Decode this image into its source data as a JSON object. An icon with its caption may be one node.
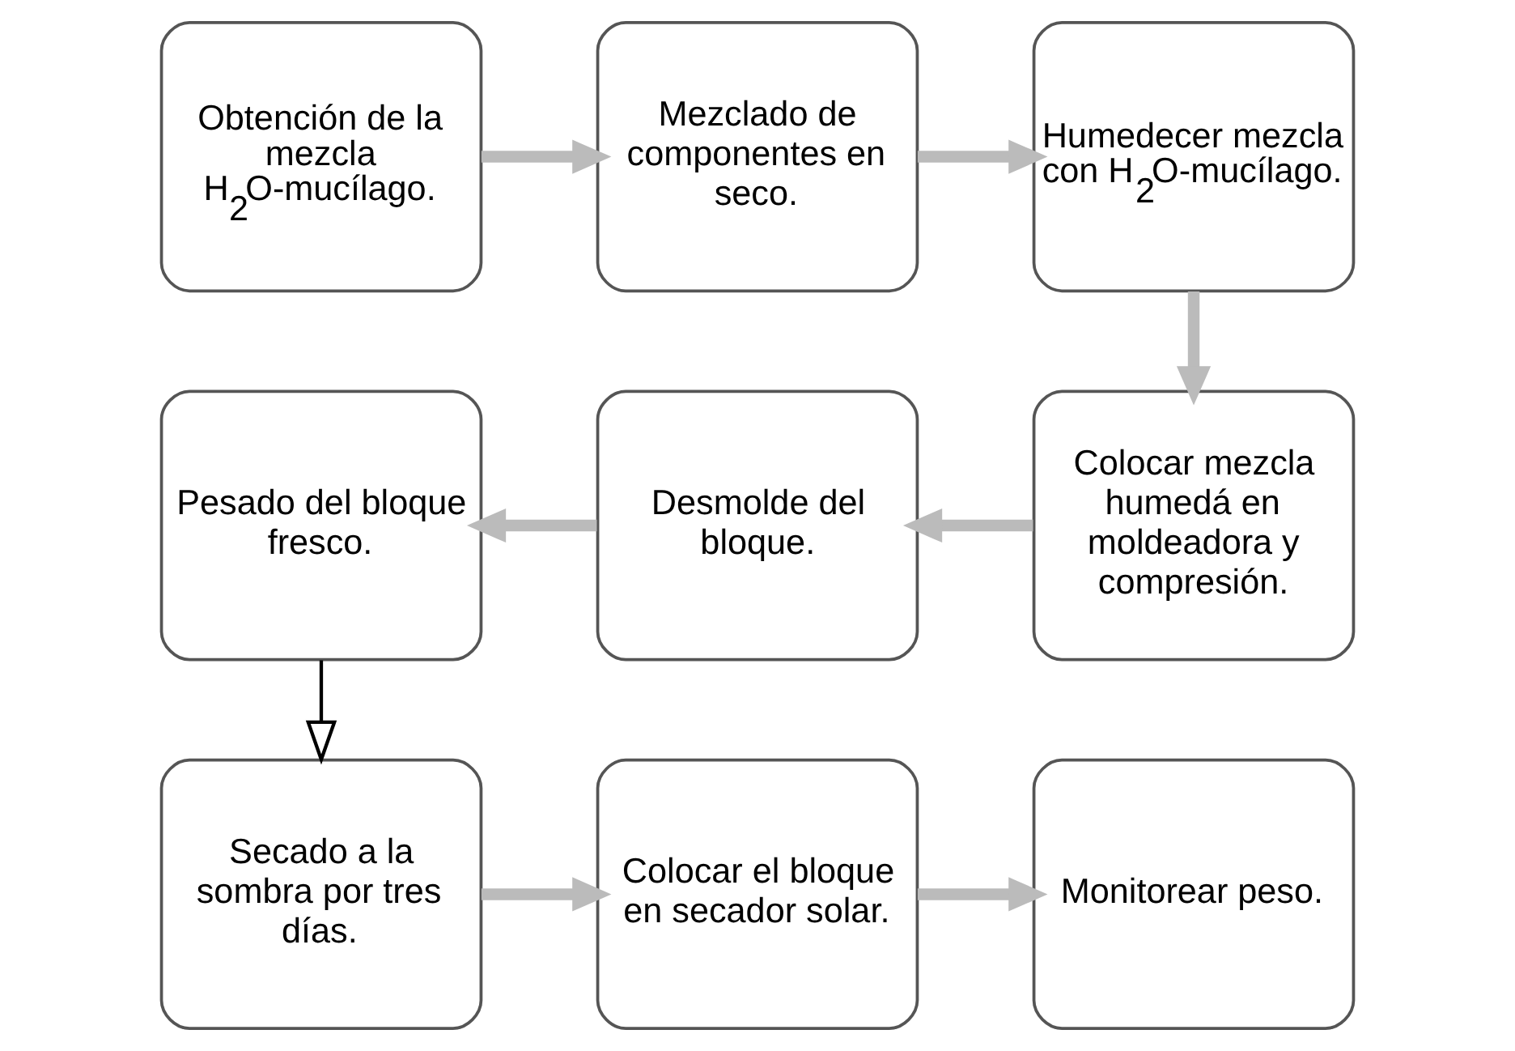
{
  "diagram": {
    "nodes": [
      {
        "text": [
          "Obtención de la mezcla H$_{2}$O-mucílago."
        ]
      },
      {
        "text": [
          "Mezclado de componentes en seco."
        ]
      },
      {
        "text": [
          "Humedecer mezcla con H$_{2}$O-mucílago."
        ]
      },
      {
        "text": [
          "Colocar mezcla humedá en moldeadora y compresión."
        ]
      },
      {
        "text": [
          "Desmolde del bloque."
        ]
      },
      {
        "text": [
          "Pesado del bloque fresco."
        ]
      },
      {
        "text": [
          "Secado a la sombra por tres días."
        ]
      },
      {
        "text": [
          "Colocar el bloque en secador solar."
        ]
      },
      {
        "text": [
          "Monitorear peso."
        ]
      }
    ],
    "edges": [
      {
        "from": 0,
        "to": 1,
        "arrow": "to"
      },
      {
        "from": 1,
        "to": 2,
        "arrow": "to"
      },
      {
        "from": 2,
        "to": 3,
        "arrow": "to"
      },
      {
        "from": 3,
        "to": 4,
        "arrow": "to"
      },
      {
        "from": 4,
        "to": 5,
        "arrow": "to"
      },
      {
        "from": 5,
        "to": 6,
        "arrow": "to",
        "color": "#000000"
      },
      {
        "from": 6,
        "to": 7,
        "arrow": "to"
      },
      {
        "from": 7,
        "to": 8,
        "arrow": "to"
      }
    ]
  }
}
